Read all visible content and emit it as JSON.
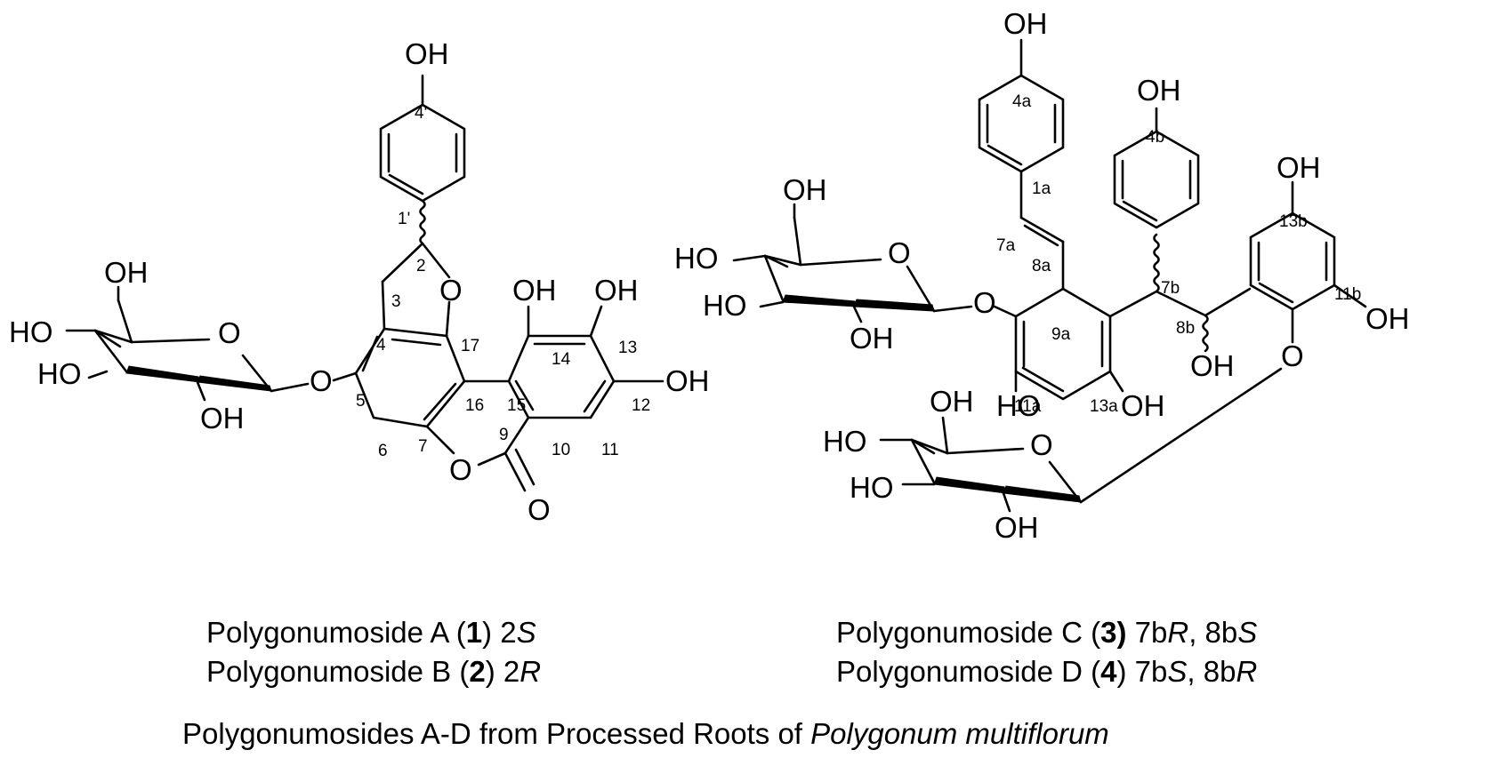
{
  "figure": {
    "title_main": "Polygonumosides A-D from Processed Roots of",
    "title_species": "Polygonum multiflorum"
  },
  "compounds": {
    "a": {
      "name": "Polygonumoside A (",
      "num": "1",
      "close": ") 2",
      "config": "S"
    },
    "b": {
      "name": "Polygonumoside B (",
      "num": "2",
      "close": ") 2",
      "config": "R"
    },
    "c": {
      "name": "Polygonumoside C (",
      "num": "3)",
      "close": " 7b",
      "config1": "R",
      "sep": ", 8b",
      "config2": "S"
    },
    "d": {
      "name": "Polygonumoside D (",
      "num": "4",
      "close": ") 7b",
      "config1": "S",
      "sep": ", 8b",
      "config2": "R"
    }
  },
  "atoms": {
    "OH": "OH",
    "HO": "HO",
    "O": "O"
  },
  "locants_left": [
    "4'",
    "1'",
    "2",
    "3",
    "4",
    "5",
    "6",
    "7",
    "9",
    "10",
    "11",
    "12",
    "13",
    "14",
    "15",
    "16",
    "17"
  ],
  "locants_right": [
    "4a",
    "1a",
    "7a",
    "8a",
    "9a",
    "11a",
    "13a",
    "4b",
    "7b",
    "8b",
    "13b",
    "11b"
  ]
}
